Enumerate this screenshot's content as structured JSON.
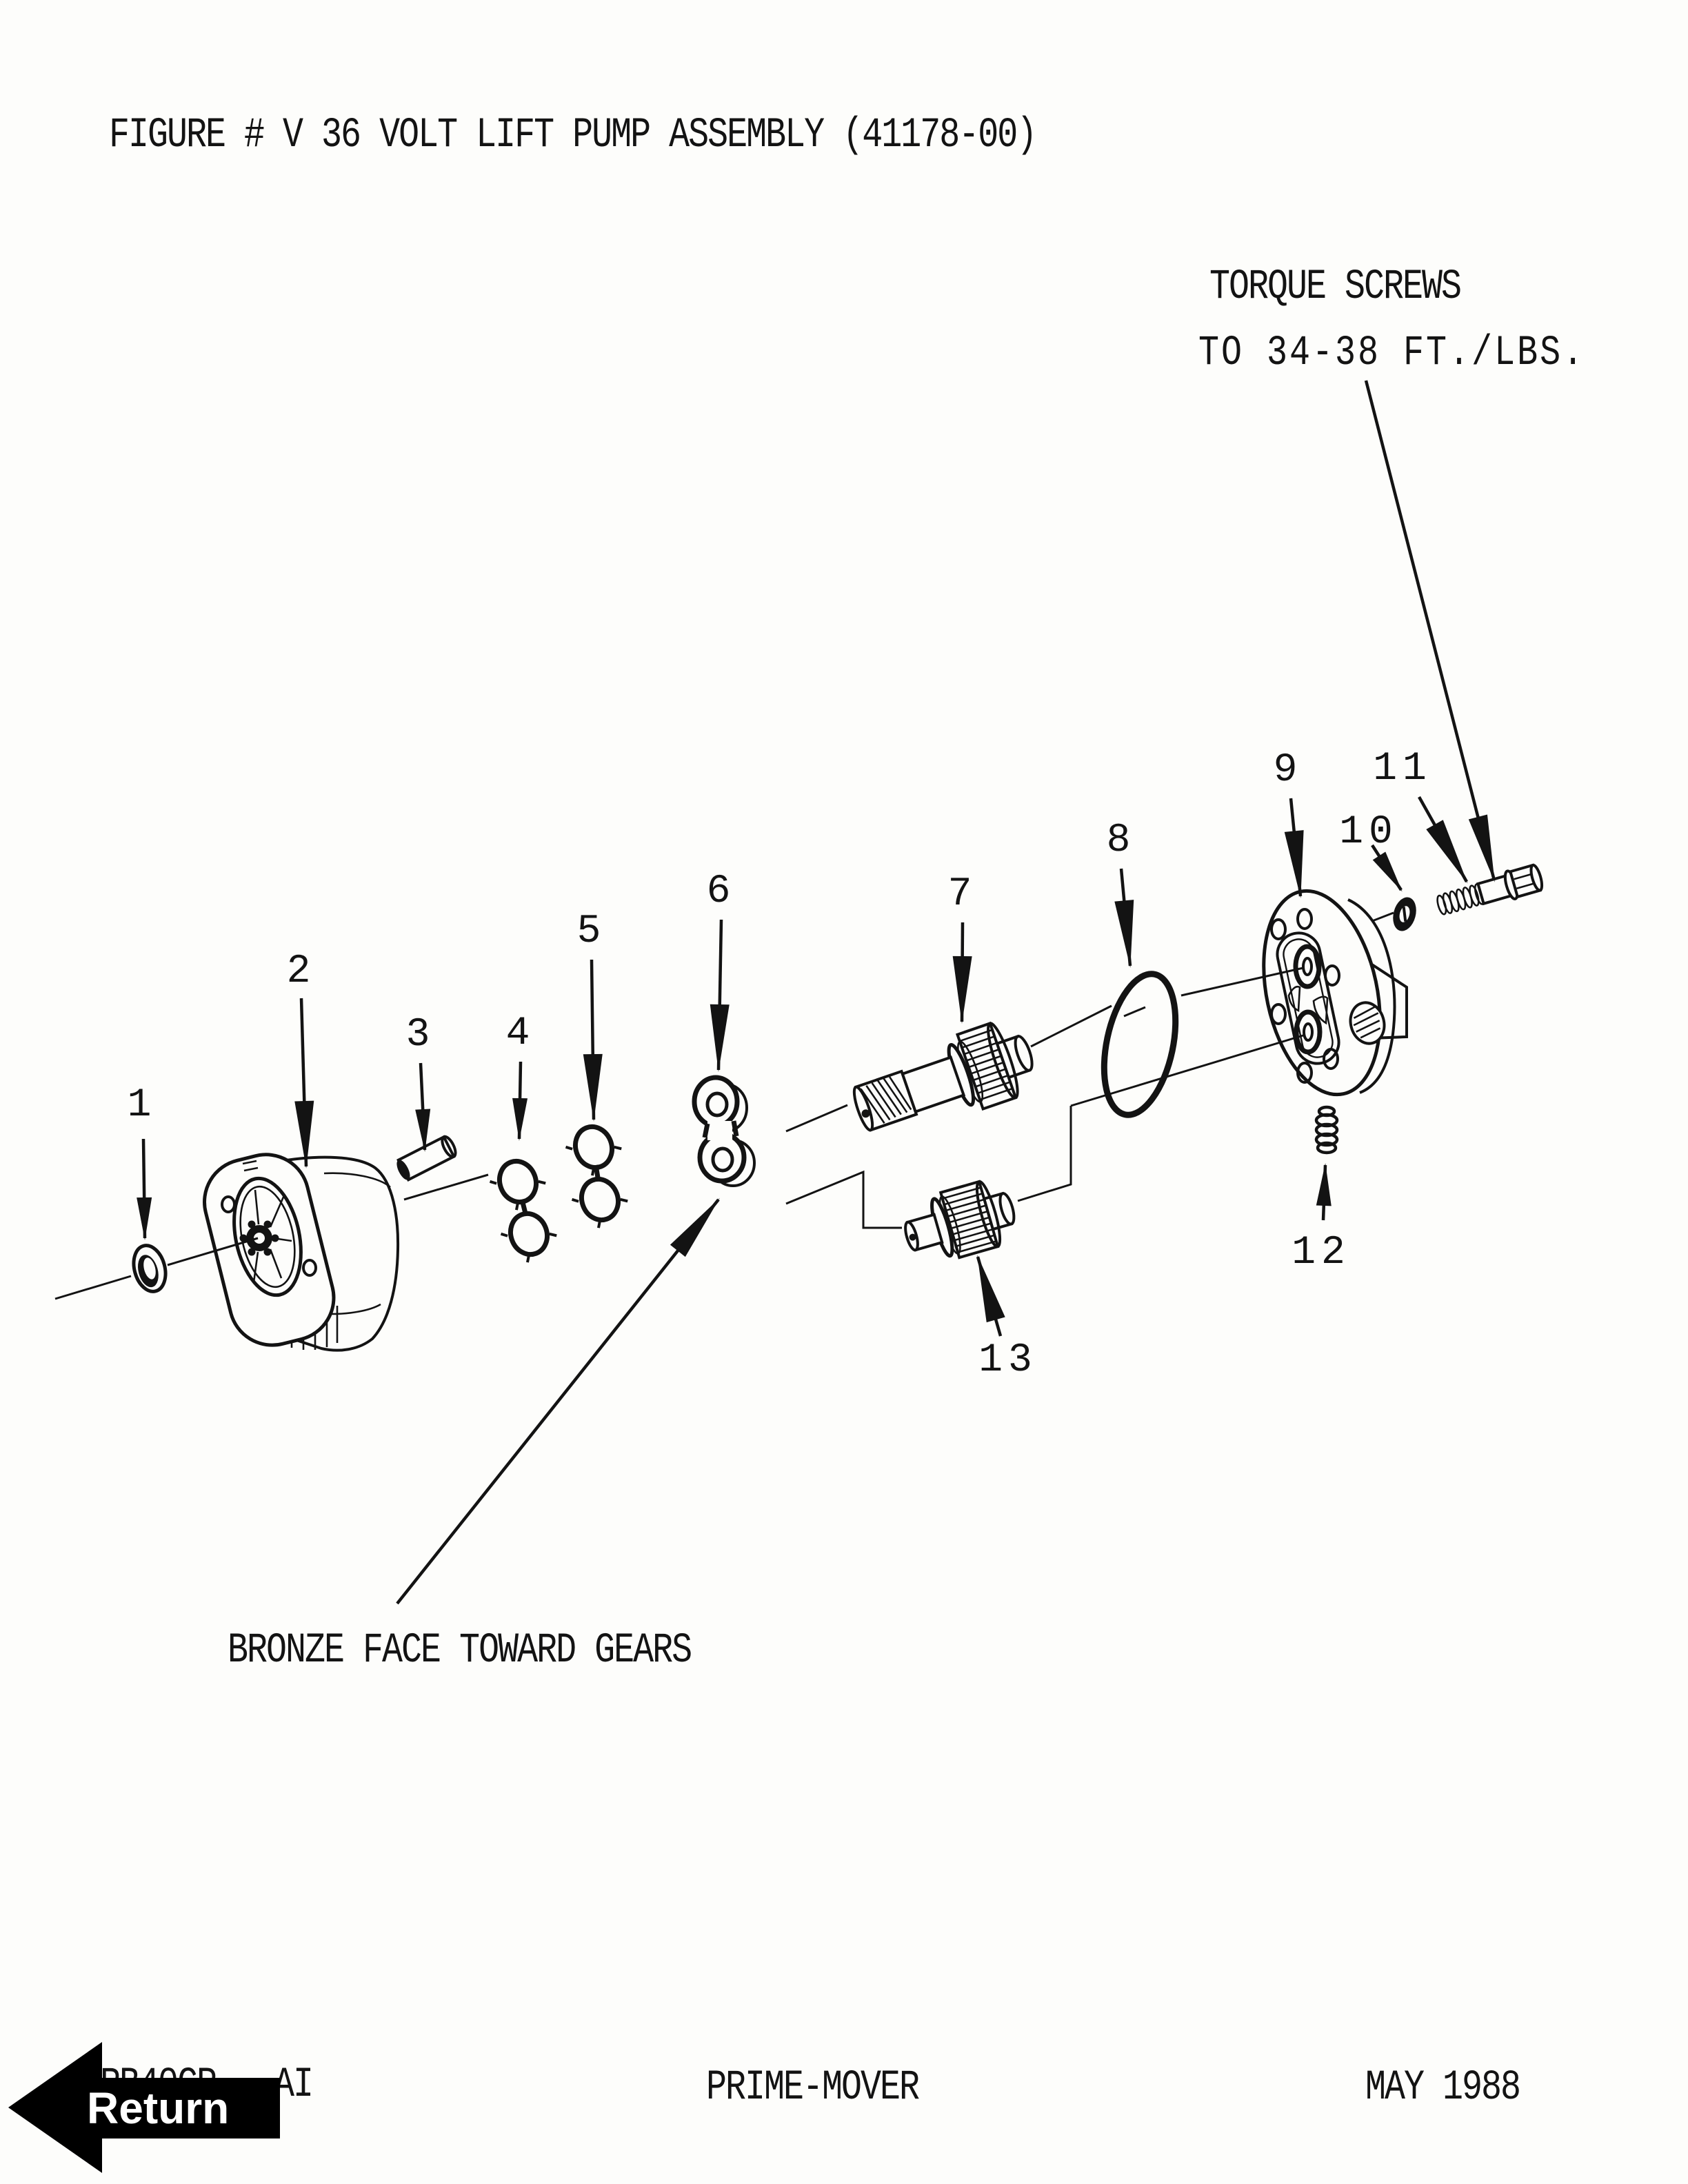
{
  "page": {
    "title": "FIGURE # V 36 VOLT LIFT PUMP ASSEMBLY (41178-00)",
    "torque_note": {
      "line1": "TORQUE SCREWS",
      "line2": "TO 34-38 FT./LBS."
    },
    "bronze_note": "BRONZE FACE TOWARD GEARS",
    "footer": {
      "doc_code": "RB40CP-  AI",
      "center": "PRIME-MOVER",
      "date": "MAY 1988"
    },
    "return_button": {
      "label": "Return"
    },
    "colors": {
      "ink": "#131313",
      "paper": "#fdfdfb",
      "button_bg": "#000000",
      "button_text": "#ffffff"
    }
  },
  "diagram": {
    "parts": [
      {
        "label": "1"
      },
      {
        "label": "2"
      },
      {
        "label": "3"
      },
      {
        "label": "4"
      },
      {
        "label": "5"
      },
      {
        "label": "6"
      },
      {
        "label": "7"
      },
      {
        "label": "8"
      },
      {
        "label": "9"
      },
      {
        "label": "10"
      },
      {
        "label": "11"
      },
      {
        "label": "12"
      },
      {
        "label": "13"
      }
    ]
  }
}
